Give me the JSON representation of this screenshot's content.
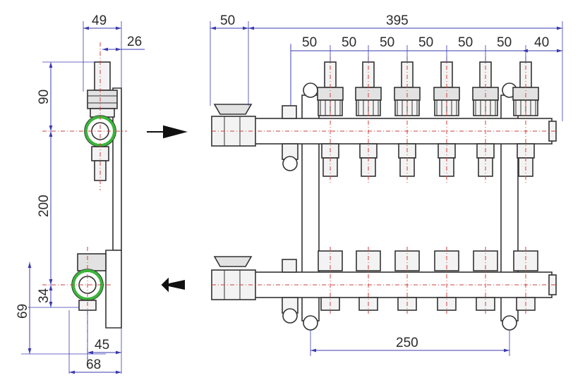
{
  "diagram": {
    "dimensions": {
      "top_width_side": "49",
      "top_offset_side": "26",
      "height_upper": "90",
      "distance_between": "200",
      "height_34": "34",
      "height_69": "69",
      "width_45": "45",
      "width_68": "68",
      "front_left": "50",
      "front_total": "395",
      "spacing": [
        "50",
        "50",
        "50",
        "50",
        "50",
        "50"
      ],
      "front_right": "40",
      "rail_spacing": "250"
    },
    "colors": {
      "dimension": "#3b3bb0",
      "centerline": "#d04040",
      "seal": "#3ab53a",
      "outline": "#333333"
    },
    "icons": {
      "supply_arrow": "arrow-right-icon",
      "return_arrow": "arrow-left-icon"
    }
  }
}
